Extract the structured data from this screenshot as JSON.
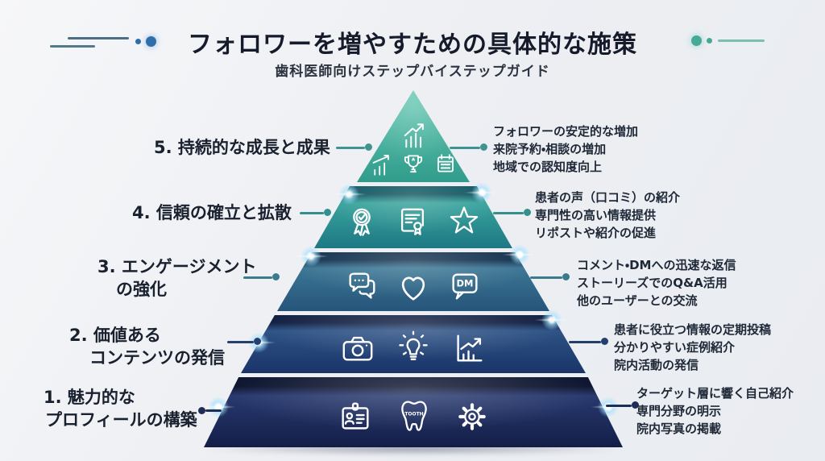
{
  "header": {
    "title": "フォロワーを増やすための具体的な施策",
    "subtitle": "歯科医師向けステップバイステップガイド"
  },
  "icon_text": {
    "dm": "DM",
    "tooth": "TOOTH"
  },
  "accents": {
    "title_color": "#151b2b",
    "left_deco_dot": "#2f6ea8",
    "right_deco_dot": "#46a897"
  },
  "levels": [
    {
      "id": 5,
      "label_line1": "5. 持続的な成長と成果",
      "points": [
        "フォロワーの安定的な増加",
        "来院予約・相談の増加",
        "地域での認知度向上"
      ],
      "icons": [
        "growth-chart-arrow",
        "bar-chart-arrow",
        "trophy",
        "calendar"
      ],
      "color_top": "#6bcbb7",
      "color_bottom": "#309c8b",
      "color_lip": "",
      "accent_color": "#3f9490"
    },
    {
      "id": 4,
      "label_line1": "4. 信頼の確立と拡散",
      "points": [
        "患者の声（口コミ）の紹介",
        "専門性の高い情報提供",
        "リポストや紹介の促進"
      ],
      "icons": [
        "award-ribbon",
        "certificate",
        "star"
      ],
      "color_top": "#38a39c",
      "color_bottom": "#1d7884",
      "color_lip": "#0f5560",
      "accent_color": "#35908d"
    },
    {
      "id": 3,
      "label_line1": "3. エンゲージメント",
      "label_line2": "の強化",
      "points": [
        "コメント・DMへの迅速な返信",
        "ストーリーズでのQ&A活用",
        "他のユーザーとの交流"
      ],
      "icons": [
        "chat-bubbles",
        "heart",
        "dm-bubble"
      ],
      "color_top": "#3b7694",
      "color_bottom": "#26547a",
      "color_lip": "#13314e",
      "accent_color": "#3c7b8f"
    },
    {
      "id": 2,
      "label_line1": "2. 価値ある",
      "label_line2": "コンテンツの発信",
      "points": [
        "患者に役立つ情報の定期投稿",
        "分かりやすい症例紹介",
        "院内活動の発信"
      ],
      "icons": [
        "camera",
        "lightbulb",
        "chart-growth-frame"
      ],
      "color_top": "#2d5285",
      "color_bottom": "#1a3468",
      "color_lip": "#0f1e40",
      "accent_color": "#23406f"
    },
    {
      "id": 1,
      "label_line1": "1. 魅力的な",
      "label_line2": "プロフィールの構築",
      "points": [
        "ターゲット層に響く自己紹介",
        "専門分野の明示",
        "院内写真の掲載"
      ],
      "icons": [
        "id-card",
        "tooth",
        "gear"
      ],
      "color_top": "#28396f",
      "color_bottom": "#131e47",
      "color_lip": "#0c142e",
      "accent_color": "#1d2d58"
    }
  ]
}
